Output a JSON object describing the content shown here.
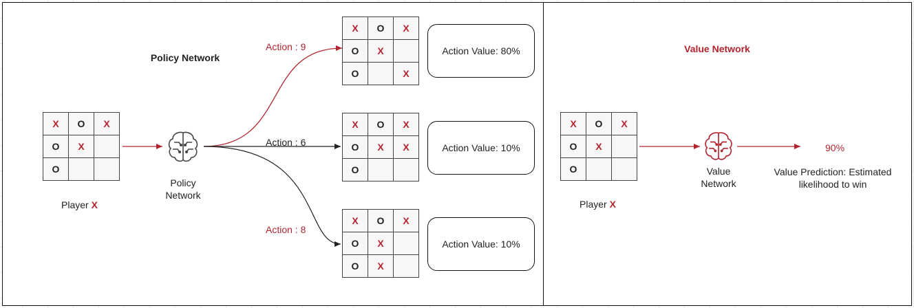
{
  "policy_network": {
    "title": "Policy Network",
    "icon": "brain-icon",
    "icon_label": "Policy Network",
    "input_board": [
      "X",
      "O",
      "X",
      "O",
      "X",
      "",
      "O",
      "",
      ""
    ],
    "player_label": "Player",
    "player_mark": "X",
    "branches": [
      {
        "action": "Action : 9",
        "board": [
          "X",
          "O",
          "X",
          "O",
          "X",
          "",
          "O",
          "",
          "X"
        ],
        "value": "Action Value: 80%"
      },
      {
        "action": "Action : 6",
        "board": [
          "X",
          "O",
          "X",
          "O",
          "X",
          "X",
          "O",
          "",
          ""
        ],
        "value": "Action Value: 10%"
      },
      {
        "action": "Action : 8",
        "board": [
          "X",
          "O",
          "X",
          "O",
          "X",
          "",
          "O",
          "X",
          ""
        ],
        "value": "Action Value: 10%"
      }
    ]
  },
  "value_network": {
    "title": "Value Network",
    "icon": "brain-icon",
    "icon_label": "Value Network",
    "input_board": [
      "X",
      "O",
      "X",
      "O",
      "X",
      "",
      "O",
      "",
      ""
    ],
    "player_label": "Player",
    "player_mark": "X",
    "output_value": "90%",
    "output_caption": "Value Prediction: Estimated likelihood to win"
  },
  "colors": {
    "accent": "#b3242f",
    "dark": "#222222",
    "gridline": "#ececec"
  }
}
